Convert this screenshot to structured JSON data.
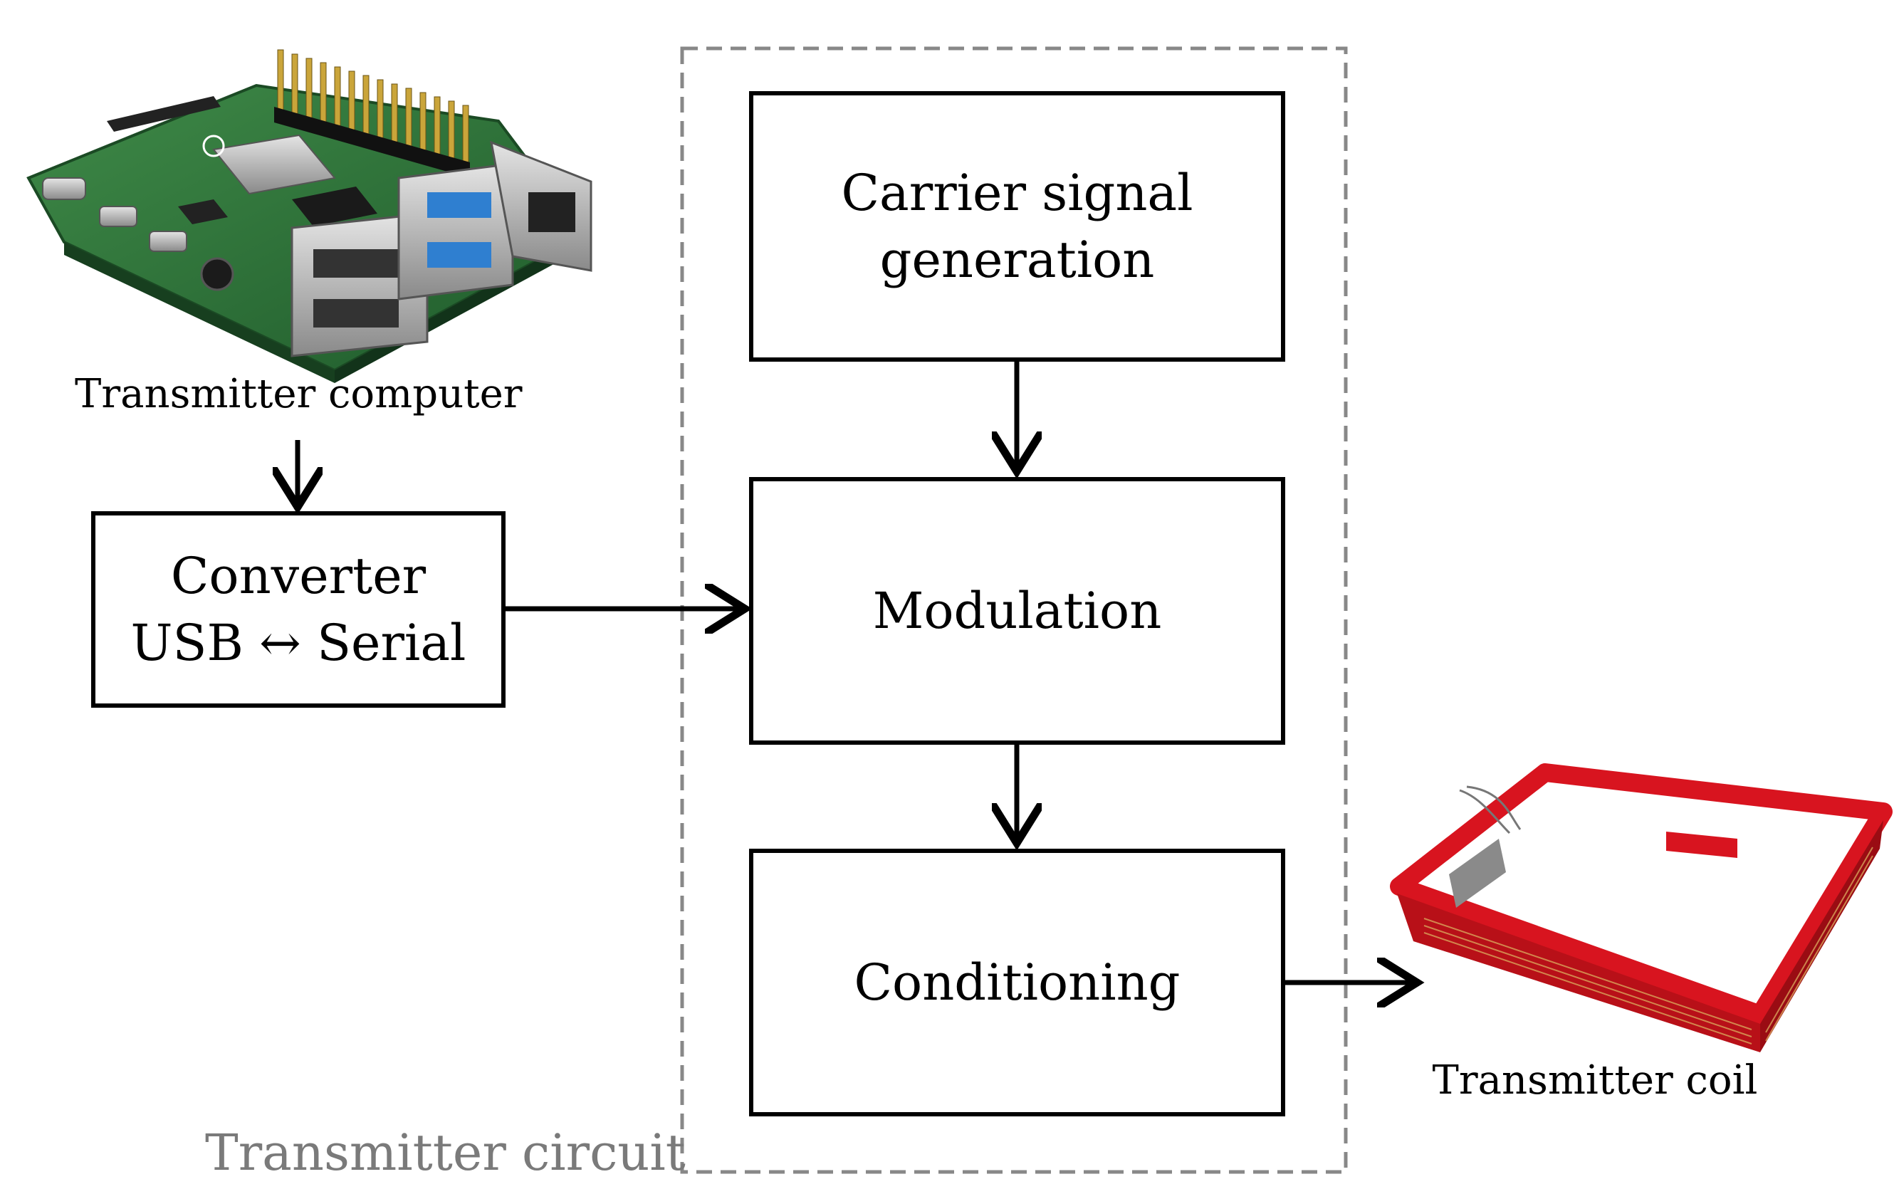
{
  "blocks": {
    "carrier": {
      "line1": "Carrier signal",
      "line2": "generation"
    },
    "modulation": {
      "label": "Modulation"
    },
    "conditioning": {
      "label": "Conditioning"
    },
    "converter": {
      "line1": "Converter",
      "line2": "USB ↔ Serial"
    }
  },
  "captions": {
    "transmitter_computer": "Transmitter computer",
    "transmitter_coil": "Transmitter coil"
  },
  "group": {
    "label": "Transmitter circuit",
    "label_color": "#7a7a7a",
    "border_color": "#888888"
  },
  "icons": {
    "computer": "raspberry-pi-board-icon",
    "coil": "red-square-coil-icon"
  },
  "colors": {
    "line": "#000000",
    "board": "#2f6f3a",
    "coil": "#d8141f"
  }
}
